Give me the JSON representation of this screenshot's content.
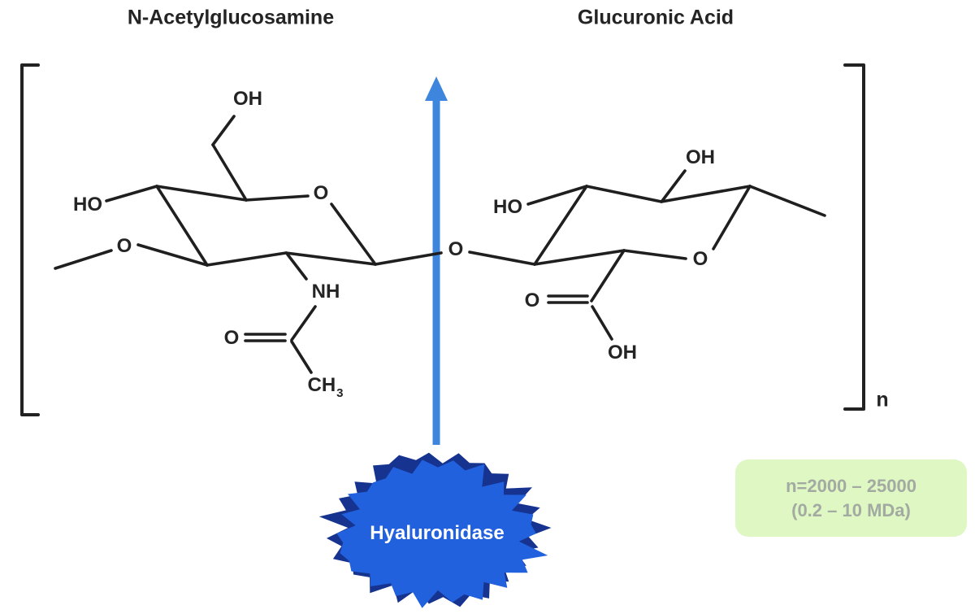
{
  "titles": {
    "left": "N-Acetylglucosamine",
    "right": "Glucuronic Acid"
  },
  "atoms": {
    "gnac_oh_top": "OH",
    "gnac_ho_left": "HO",
    "gnac_ring_o": "O",
    "gnac_ether_o": "O",
    "gnac_nh": "NH",
    "gnac_acetyl_o": "O",
    "gnac_methyl": "CH",
    "gnac_methyl_sub": "3",
    "glycosidic_o": "O",
    "glca_ho_left": "HO",
    "glca_oh_top": "OH",
    "glca_ring_o": "O",
    "glca_carboxyl_o": "O",
    "glca_carboxyl_oh": "OH"
  },
  "repeat_subscript": "n",
  "enzyme": {
    "label": "Hyaluronidase"
  },
  "info_box": {
    "line1": "n=2000 – 25000",
    "line2": "(0.2 – 10 MDa)"
  },
  "colors": {
    "text": "#242424",
    "bond": "#1f1f1f",
    "bracket": "#222222",
    "arrow": "#3e85de",
    "enzyme_fill": "#2261dd",
    "enzyme_edge": "#16338f",
    "infobox_bg": "#def7c3",
    "infobox_text": "#a2aaa1"
  }
}
